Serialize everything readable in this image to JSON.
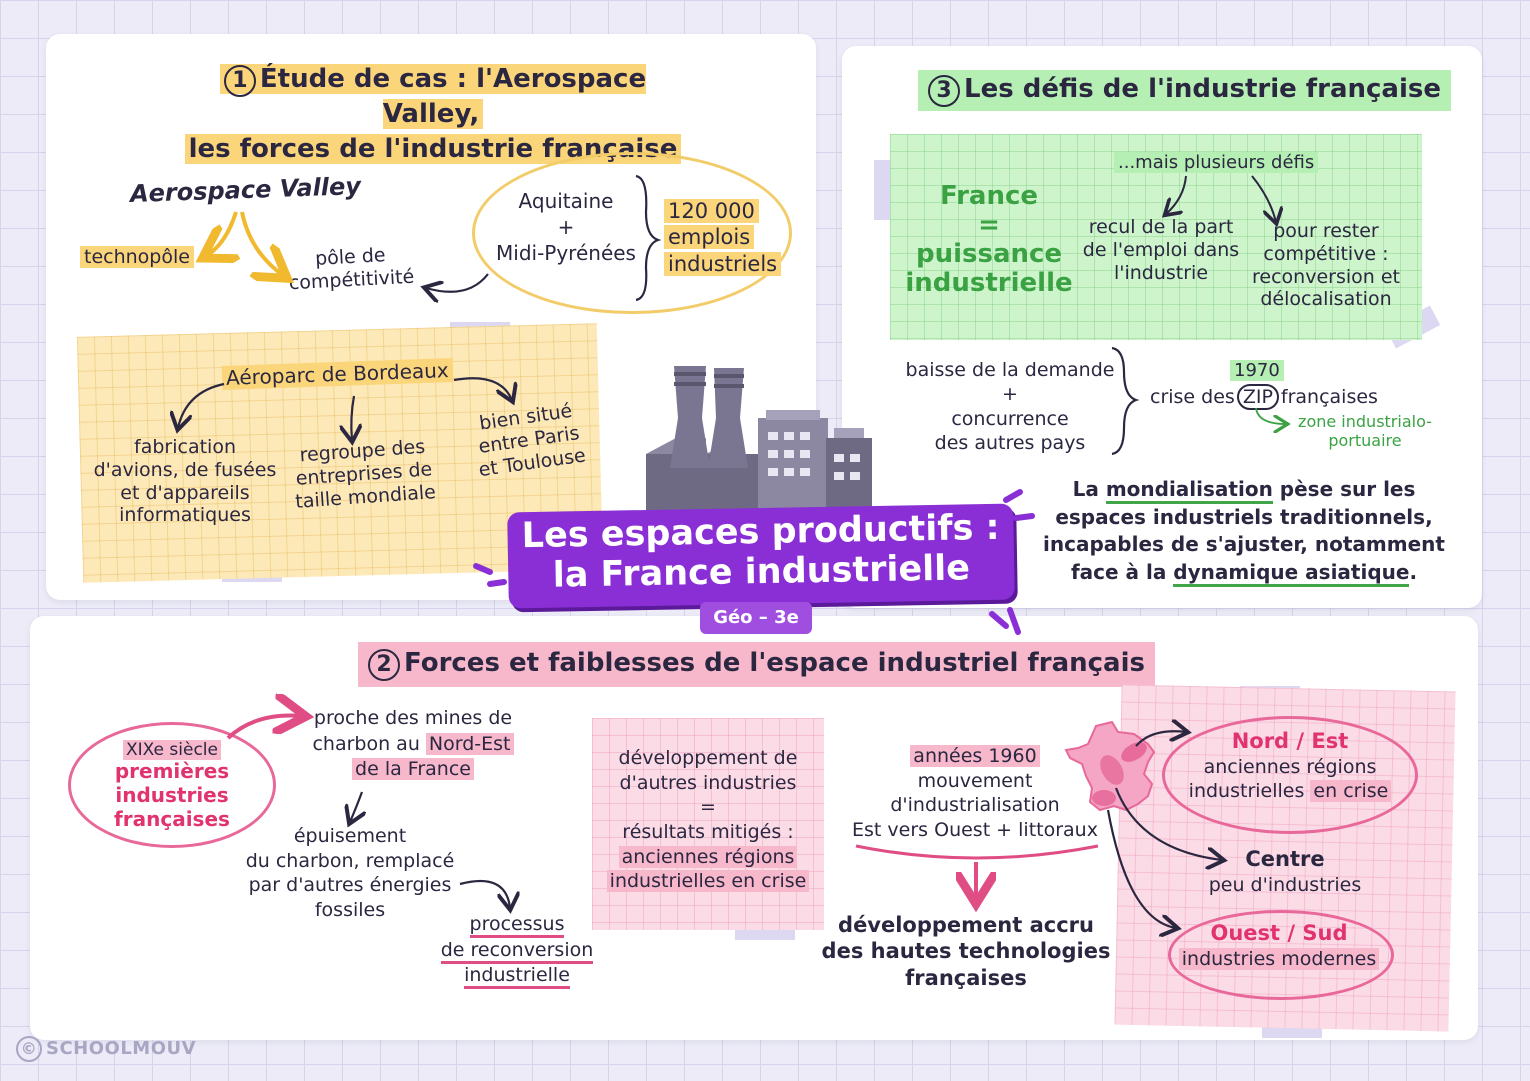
{
  "section1": {
    "number": "1",
    "title_line1": "Étude de cas : l'Aerospace Valley,",
    "title_line2": "les forces de l'industrie française",
    "aerospace": "Aerospace Valley",
    "technopole": "technopôle",
    "pole_line1": "pôle de",
    "pole_line2": "compétitivité",
    "aquitaine": "Aquitaine",
    "plus": "+",
    "midi": "Midi-Pyrénées",
    "emplois": [
      "120 000",
      "emplois",
      "industriels"
    ],
    "aeroparc": "Aéroparc de Bordeaux",
    "fabrication": [
      "fabrication",
      "d'avions, de fusées",
      "et d'appareils",
      "informatiques"
    ],
    "regroupe": [
      "regroupe des",
      "entreprises de",
      "taille mondiale"
    ],
    "bien_situe": [
      "bien situé",
      "entre Paris",
      "et Toulouse"
    ]
  },
  "center": {
    "title_line1": "Les espaces productifs :",
    "title_line2": "la France industrielle",
    "subtitle": "Géo – 3e"
  },
  "section3": {
    "number": "3",
    "title": "Les défis de l'industrie française",
    "france": "France",
    "equals": "=",
    "puissance": [
      "puissance",
      "industrielle"
    ],
    "mais": "...mais plusieurs défis",
    "recul": [
      "recul de la part",
      "de l'emploi dans",
      "l'industrie"
    ],
    "pour_rester": [
      "pour rester",
      "compétitive :",
      "reconversion et",
      "délocalisation"
    ],
    "baisse": "baisse de la demande",
    "plus": "+",
    "concurrence": [
      "concurrence",
      "des autres pays"
    ],
    "year": "1970",
    "crise_des": "crise des",
    "zip": "ZIP",
    "francaises": "françaises",
    "zone": [
      "zone industrialo-",
      "portuaire"
    ],
    "mondial_before": "La",
    "mondial_word": "mondialisation",
    "mondial_after": "pèse sur les",
    "mondial_line2": "espaces industriels traditionnels,",
    "mondial_line3": "incapables de s'ajuster, notamment",
    "mondial_line4_before": "face à la",
    "mondial_line4_word": "dynamique asiatique",
    "mondial_line4_after": "."
  },
  "section2": {
    "number": "2",
    "title": "Forces et faiblesses de l'espace industriel français",
    "xix": "XIXe siècle",
    "premieres": [
      "premières",
      "industries",
      "françaises"
    ],
    "proche_line1": "proche des mines de",
    "proche_line2_before": "charbon au",
    "proche_line2_hl": "Nord-Est",
    "proche_line3": "de la France",
    "epuisement": [
      "épuisement",
      "du charbon, remplacé",
      "par d'autres énergies",
      "fossiles"
    ],
    "processus": [
      "processus",
      "de reconversion",
      "industrielle"
    ],
    "developpement": [
      "développement de",
      "d'autres industries"
    ],
    "equals": "=",
    "resultats": "résultats mitigés :",
    "anciennes": [
      "anciennes régions",
      "industrielles en crise"
    ],
    "annees": "années 1960",
    "mouvement": [
      "mouvement",
      "d'industrialisation",
      "Est vers Ouest + littoraux"
    ],
    "hautes": [
      "développement accru",
      "des hautes technologies",
      "françaises"
    ],
    "nord": "Nord / Est",
    "nord_desc_line1": "anciennes régions",
    "nord_desc_line2_before": "industrielles",
    "nord_desc_line2_hl": "en crise",
    "centre": "Centre",
    "centre_desc": "peu d'industries",
    "ouest": "Ouest / Sud",
    "ouest_desc": "industries modernes"
  },
  "footer": {
    "brand": "SCHOOLMOUV",
    "copyright_symbol": "©"
  },
  "colors": {
    "purple": "#8a2fd6",
    "yellow": "#fbd57a",
    "green": "#b6efb3",
    "pink": "#f7b8cc",
    "green_text": "#3aa243",
    "pink_text": "#e0336f"
  }
}
